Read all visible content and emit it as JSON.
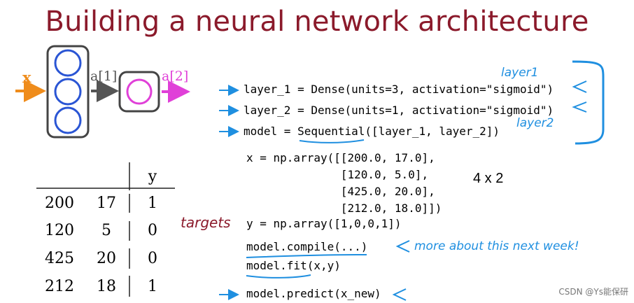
{
  "title": "Building a neural network architecture",
  "network": {
    "input_label": "x",
    "hidden_output_label": "a[1]",
    "output_label": "a[2]",
    "layer1_units": 3,
    "layer2_units": 1,
    "colors": {
      "input": "#ef8c1b",
      "units": "#2a55d4",
      "output": "#e040d8",
      "box": "#444444",
      "arrow": "#555555"
    }
  },
  "table": {
    "headers": [
      "",
      "",
      "y"
    ],
    "rows": [
      [
        "200",
        "17",
        "1"
      ],
      [
        "120",
        "5",
        "0"
      ],
      [
        "425",
        "20",
        "0"
      ],
      [
        "212",
        "18",
        "1"
      ]
    ]
  },
  "code": {
    "layer1": "layer_1 = Dense(units=3, activation=\"sigmoid\")",
    "layer2": "layer_2 = Dense(units=1, activation=\"sigmoid\")",
    "model_prefix": "model = ",
    "model_sequential": "Sequential",
    "model_suffix": "([layer_1, layer_2])",
    "x_lines": [
      "x = np.array([[200.0, 17.0],",
      "              [120.0, 5.0],",
      "              [425.0, 20.0],",
      "              [212.0, 18.0]])"
    ],
    "y_line": "y = np.array([1,0,0,1])",
    "compile": "model.compile(...)",
    "fit": "model.fit(x,y)",
    "predict": "model.predict(x_new)"
  },
  "annotations": {
    "layer1": "layer1",
    "layer2": "layer2",
    "shape": "4 x 2",
    "targets": "targets",
    "next_week": "more about this next week!",
    "accent": "#1f8fe0",
    "targets_color": "#8b1a2b"
  },
  "watermark": "CSDN @Ys能保研"
}
